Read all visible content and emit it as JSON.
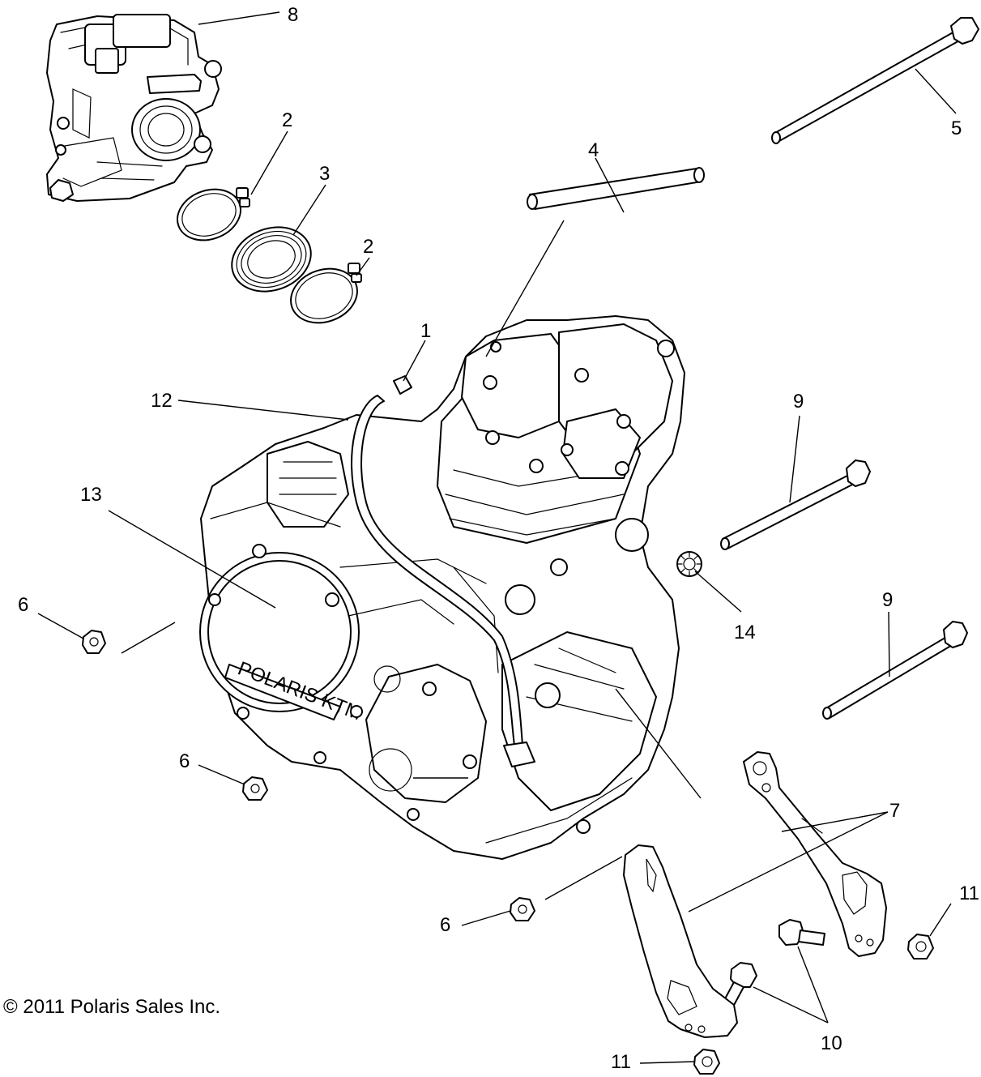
{
  "diagram": {
    "copyright": "© 2011 Polaris Sales Inc.",
    "cover_text": "POLARIS KTM",
    "callouts": [
      {
        "id": "c8",
        "label": "8"
      },
      {
        "id": "c2a",
        "label": "2"
      },
      {
        "id": "c3",
        "label": "3"
      },
      {
        "id": "c2b",
        "label": "2"
      },
      {
        "id": "c4",
        "label": "4"
      },
      {
        "id": "c5",
        "label": "5"
      },
      {
        "id": "c1",
        "label": "1"
      },
      {
        "id": "c12",
        "label": "12"
      },
      {
        "id": "c13",
        "label": "13"
      },
      {
        "id": "c9a",
        "label": "9"
      },
      {
        "id": "c14",
        "label": "14"
      },
      {
        "id": "c9b",
        "label": "9"
      },
      {
        "id": "c6a",
        "label": "6"
      },
      {
        "id": "c6b",
        "label": "6"
      },
      {
        "id": "c7",
        "label": "7"
      },
      {
        "id": "c11a",
        "label": "11"
      },
      {
        "id": "c6c",
        "label": "6"
      },
      {
        "id": "c10",
        "label": "10"
      },
      {
        "id": "c11b",
        "label": "11"
      }
    ]
  }
}
